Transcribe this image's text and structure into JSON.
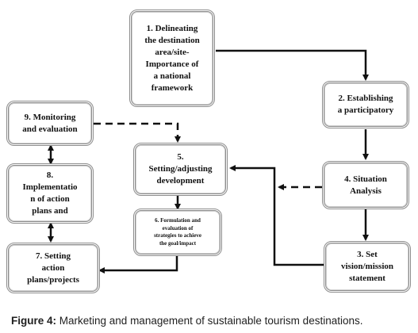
{
  "boxes": {
    "b1": "1. Delineating\nthe destination\narea/site-\nImportance of\na national\nframework",
    "b2": "2. Establishing\na participatory",
    "b3": "3. Set\nvision/mission\nstatement",
    "b4": "4. Situation\nAnalysis",
    "b5": "5.\nSetting/adjusting\ndevelopment",
    "b6": "6. Formulation and\nevaluation of\nstrategies to achieve\nthe goal/impact",
    "b7": "7. Setting\naction\nplans/projects",
    "b8": "8.\nImplementatio\nn of action\nplans and",
    "b9": "9. Monitoring\nand evaluation"
  },
  "caption": {
    "label": "Figure 4:",
    "text": " Marketing and management of sustainable tourism destinations."
  }
}
